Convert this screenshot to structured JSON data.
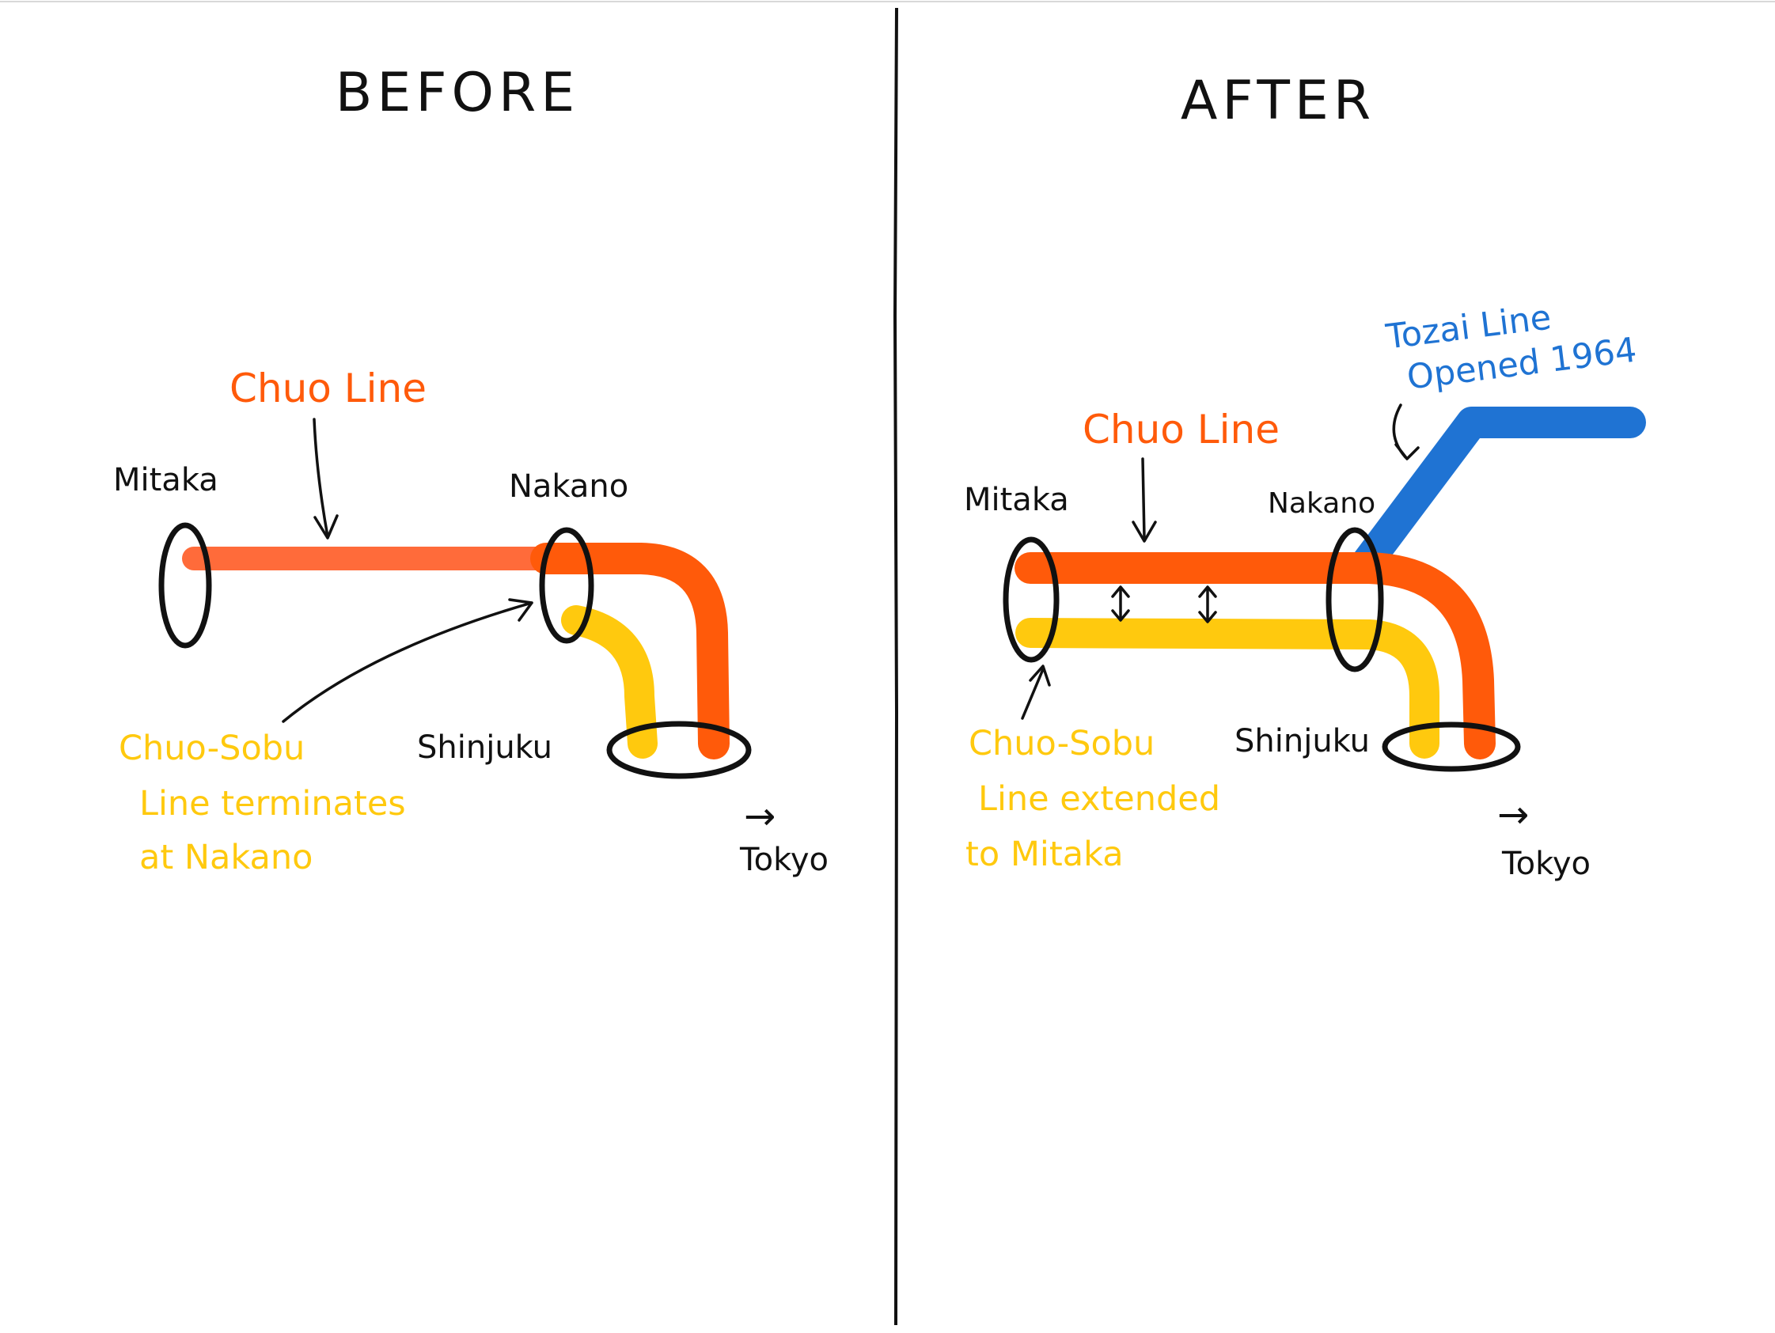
{
  "colors": {
    "chuo": "#FF5A0A",
    "chuo_light": "#FF6B3A",
    "chuo_sobu": "#FFC90E",
    "tozai": "#1F73D3",
    "ink": "#111111"
  },
  "before": {
    "title": "BEFORE",
    "stations": {
      "mitaka": "Mitaka",
      "nakano": "Nakano",
      "shinjuku": "Shinjuku",
      "tokyo": "Tokyo"
    },
    "chuo_label": "Chuo Line",
    "chuo_sobu_note": [
      "Chuo-Sobu",
      "Line terminates",
      "at Nakano"
    ],
    "tokyo_arrow": "→"
  },
  "after": {
    "title": "AFTER",
    "stations": {
      "mitaka": "Mitaka",
      "nakano": "Nakano",
      "shinjuku": "Shinjuku",
      "tokyo": "Tokyo"
    },
    "chuo_label": "Chuo Line",
    "tozai_note": [
      "Tozai Line",
      "Opened 1964"
    ],
    "chuo_sobu_note": [
      "Chuo-Sobu",
      "Line extended",
      "to Mitaka"
    ],
    "tokyo_arrow": "→"
  }
}
